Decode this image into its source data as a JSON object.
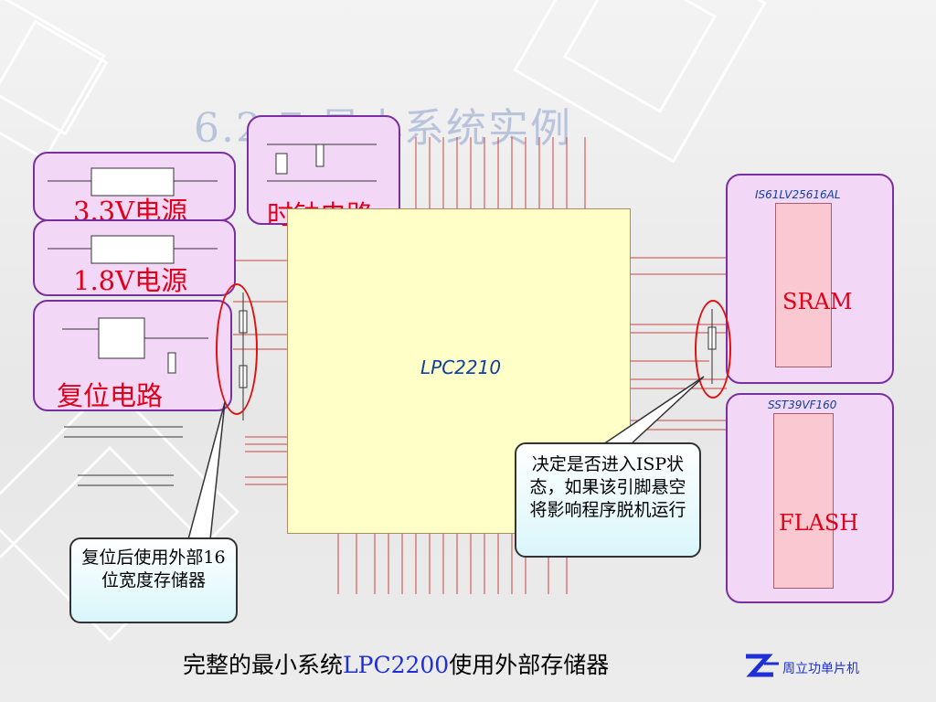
{
  "title": "6.2.7  最小系统实例",
  "blocks": {
    "power33": "3.3V电源",
    "power18": "1.8V电源",
    "reset": "复位电路",
    "clock": "时钟电路"
  },
  "mcu_name": "LPC2210",
  "sram": {
    "part": "IS61LV25616AL",
    "label": "SRAM"
  },
  "flash": {
    "part": "SST39VF160",
    "label": "FLASH"
  },
  "callouts": {
    "isp": "决定是否进入ISP状态，如果该引脚悬空将影响程序脱机运行",
    "boot": "复位后使用外部16位宽度存储器"
  },
  "footer": {
    "prefix": "完整的最小系统",
    "highlight": "LPC2200",
    "suffix": "使用外部存储器"
  },
  "logo_text": "周立功单片机",
  "colors": {
    "label_red": "#e0001a",
    "accent_blue": "#1e2fd8",
    "panel_purple": "#f3d7f7",
    "panel_border": "#7a2fa0",
    "mcu_fill": "#ffffc8",
    "chip_fill": "#fac8d0"
  }
}
